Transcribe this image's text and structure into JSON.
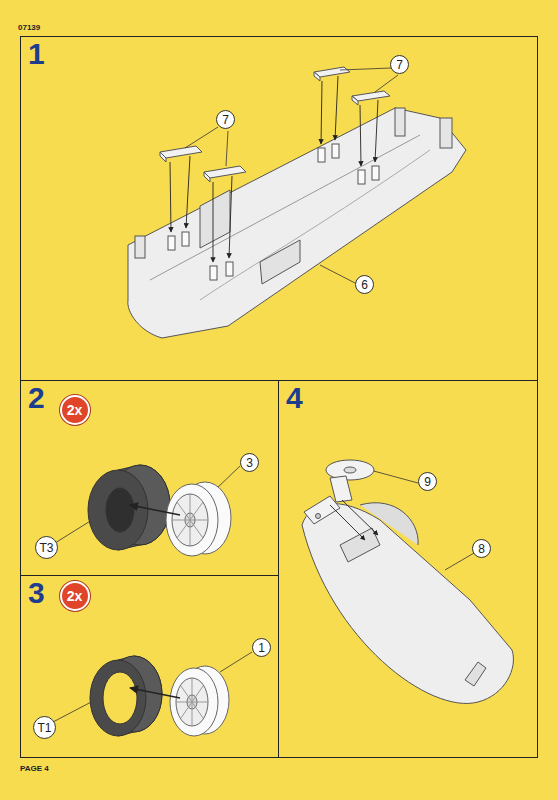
{
  "diagram": {
    "nodes": [
      {
        "text": [
          "1"
        ]
      },
      {
        "text": [
          "7"
        ],
        "in": 0
      },
      {
        "text": [
          "7"
        ],
        "in": 0
      },
      {
        "text": [
          "6"
        ],
        "in": 0
      },
      {
        "text": [
          "2"
        ]
      },
      {
        "text": [
          "2x"
        ],
        "in": 4
      },
      {
        "text": [
          "3"
        ],
        "in": 4
      },
      {
        "text": [
          "T3"
        ],
        "in": 4
      },
      {
        "text": [
          "3"
        ]
      },
      {
        "text": [
          "2x"
        ],
        "in": 8
      },
      {
        "text": [
          "1"
        ],
        "in": 8
      },
      {
        "text": [
          "T1"
        ],
        "in": 8
      },
      {
        "text": [
          "4"
        ]
      },
      {
        "text": [
          "9"
        ],
        "in": 12
      },
      {
        "text": [
          "8"
        ],
        "in": 12
      }
    ],
    "labels": [
      "07139",
      "PAGE 4"
    ]
  }
}
